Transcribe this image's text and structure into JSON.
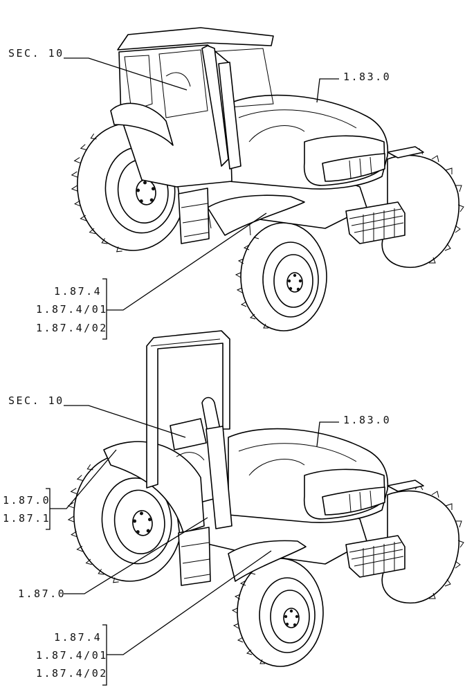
{
  "top_view": {
    "callouts": {
      "cab": "SEC. 10",
      "hood": "1.83.0",
      "rear_fender": [
        "1.87.4",
        "1.87.4/01",
        "1.87.4/02"
      ]
    }
  },
  "bottom_view": {
    "callouts": {
      "platform": "SEC. 10",
      "hood": "1.83.0",
      "front_fender": [
        "1.87.0",
        "1.87.1"
      ],
      "step": "1.87.0",
      "rear_fender": [
        "1.87.4",
        "1.87.4/01",
        "1.87.4/02"
      ]
    }
  }
}
